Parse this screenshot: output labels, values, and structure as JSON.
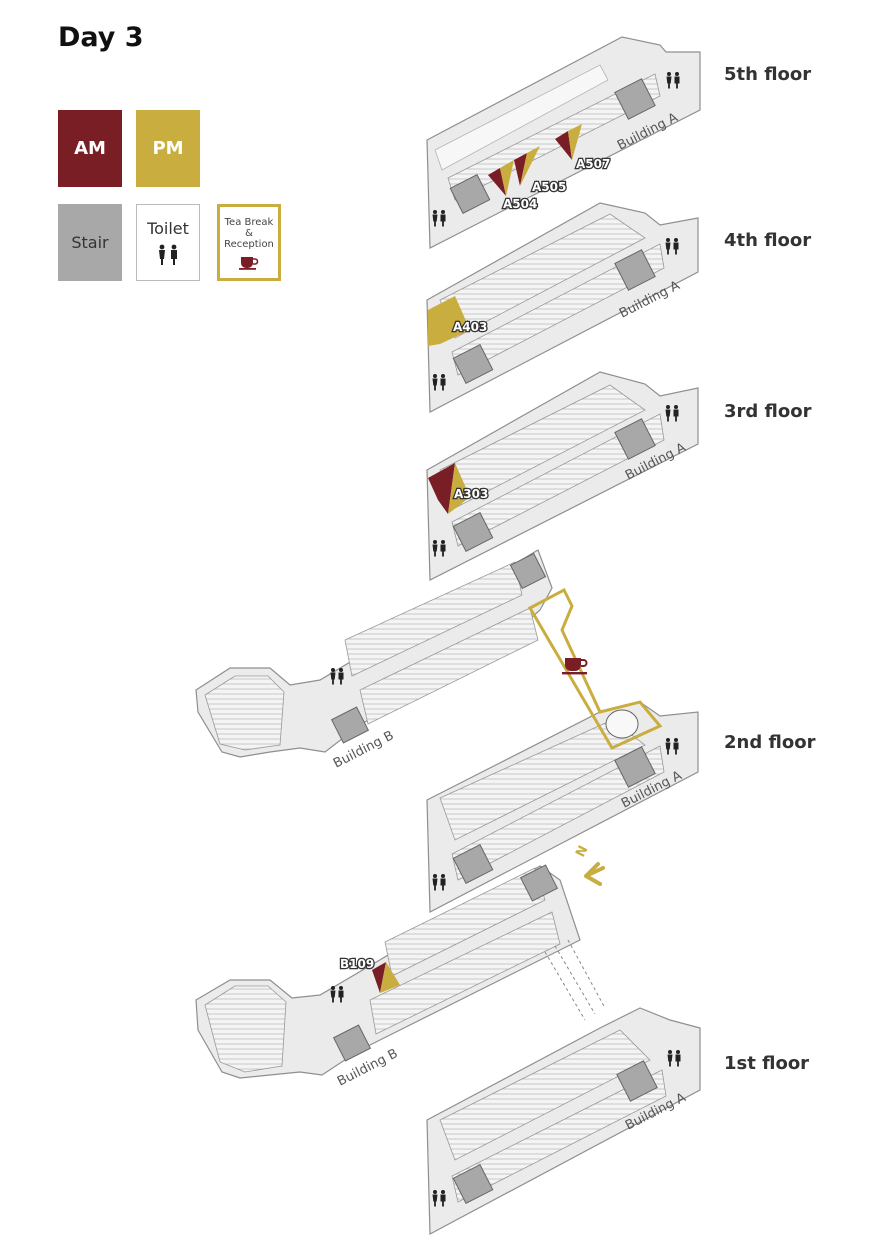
{
  "title": "Day 3",
  "legend": {
    "am_label": "AM",
    "pm_label": "PM",
    "stair_label": "Stair",
    "toilet_label": "Toilet",
    "tea_line1": "Tea Break",
    "tea_line2": "&",
    "tea_line3": "Reception"
  },
  "colors": {
    "am": "#7a1e26",
    "pm": "#c9ad3e",
    "stair": "#a8a8a8",
    "floor_fill": "#ebebeb",
    "room_fill": "#f7f7f7",
    "outline": "#8f8f8f"
  },
  "icons": {
    "toilet": "toilet-people-icon",
    "tea": "coffee-cup-icon",
    "compass": "north-arrow-icon"
  },
  "compass_label": "N",
  "floors": [
    {
      "id": "floor-5",
      "label": "5th floor",
      "building": "Building A",
      "rooms": [
        {
          "name": "A504",
          "session": "AM/PM"
        },
        {
          "name": "A505",
          "session": "AM/PM"
        },
        {
          "name": "A507",
          "session": "AM/PM"
        }
      ]
    },
    {
      "id": "floor-4",
      "label": "4th floor",
      "building": "Building A",
      "rooms": [
        {
          "name": "A403",
          "session": "PM"
        }
      ]
    },
    {
      "id": "floor-3",
      "label": "3rd floor",
      "building": "Building A",
      "rooms": [
        {
          "name": "A303",
          "session": "AM/PM"
        }
      ]
    },
    {
      "id": "floor-2",
      "label": "2nd floor",
      "building_a": "Building A",
      "building_b": "Building B",
      "rooms": [],
      "tea_break": true
    },
    {
      "id": "floor-1",
      "label": "1st floor",
      "building_a": "Building A",
      "building_b": "Building B",
      "rooms": [
        {
          "name": "B109",
          "session": "AM/PM"
        }
      ]
    }
  ]
}
